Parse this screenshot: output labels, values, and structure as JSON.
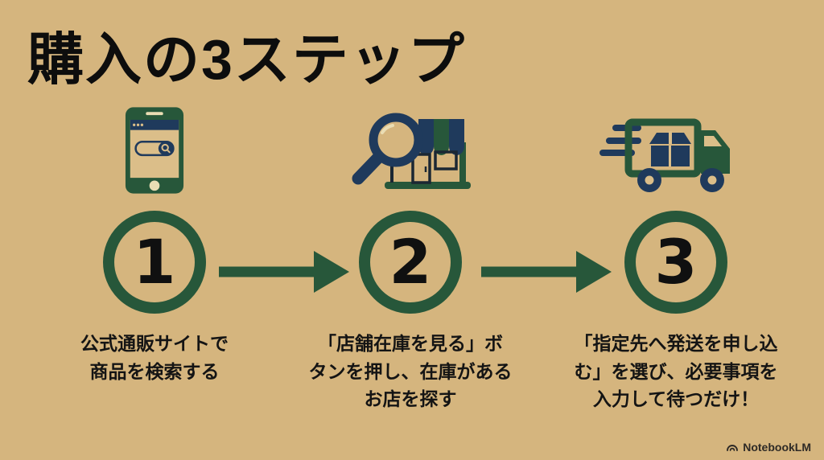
{
  "page": {
    "colors": {
      "bg": "#D5B57E",
      "green": "#27573A",
      "navy": "#1F3A5C",
      "dark": "#1B2733",
      "cream": "#EADDB4",
      "screen": "#DBBE89",
      "ink": "#0D0D0D",
      "watermark": "#2E2A26"
    }
  },
  "title": "購入の3ステップ",
  "steps": [
    {
      "number": "1",
      "icon": "smartphone-search-icon",
      "lines": [
        "公式通販サイトで",
        "商品を検索する"
      ]
    },
    {
      "number": "2",
      "icon": "store-search-icon",
      "lines": [
        "「店舗在庫を見る」ボ",
        "タンを押し、在庫がある",
        "お店を探す"
      ]
    },
    {
      "number": "3",
      "icon": "delivery-truck-icon",
      "lines": [
        "「指定先へ発送を申し込",
        "む」を選び、必要事項を",
        "入力して待つだけ！"
      ]
    }
  ],
  "watermark": {
    "label": "NotebookLM",
    "icon": "notebooklm-logo-icon"
  }
}
